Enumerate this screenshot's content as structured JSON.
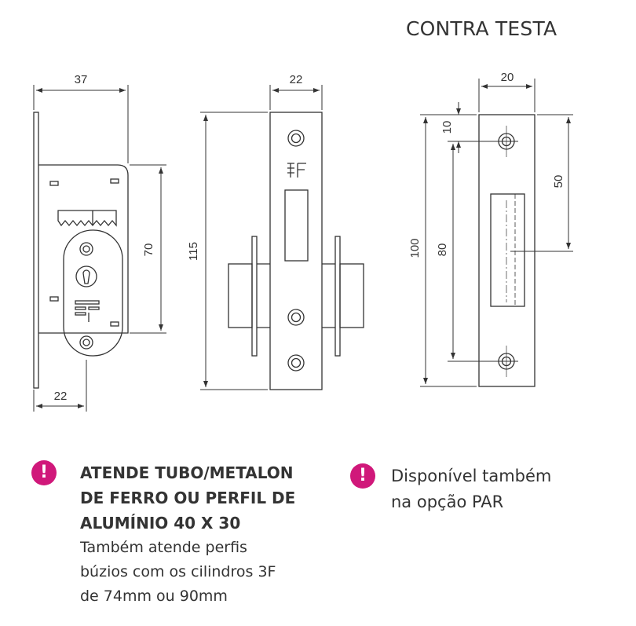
{
  "title": "CONTRA TESTA",
  "dimensions": {
    "side_width": "37",
    "side_height": "70",
    "side_bottom": "22",
    "front_width": "22",
    "front_height": "115",
    "strike_width": "20",
    "strike_top": "10",
    "strike_span": "50",
    "strike_holes": "80",
    "strike_height": "100"
  },
  "notes": {
    "note1": {
      "icon": "!",
      "heading": "ATENDE TUBO/METALON\nDE FERRO OU PERFIL DE\nALUMÍNIO 40 X 30",
      "body": "Também atende perfis\nbúzios com os cilindros 3F\nde 74mm ou 90mm"
    },
    "note2": {
      "icon": "!",
      "body": "Disponível também\nna opção PAR"
    }
  },
  "colors": {
    "accent": "#d0187a",
    "line": "#333333"
  }
}
